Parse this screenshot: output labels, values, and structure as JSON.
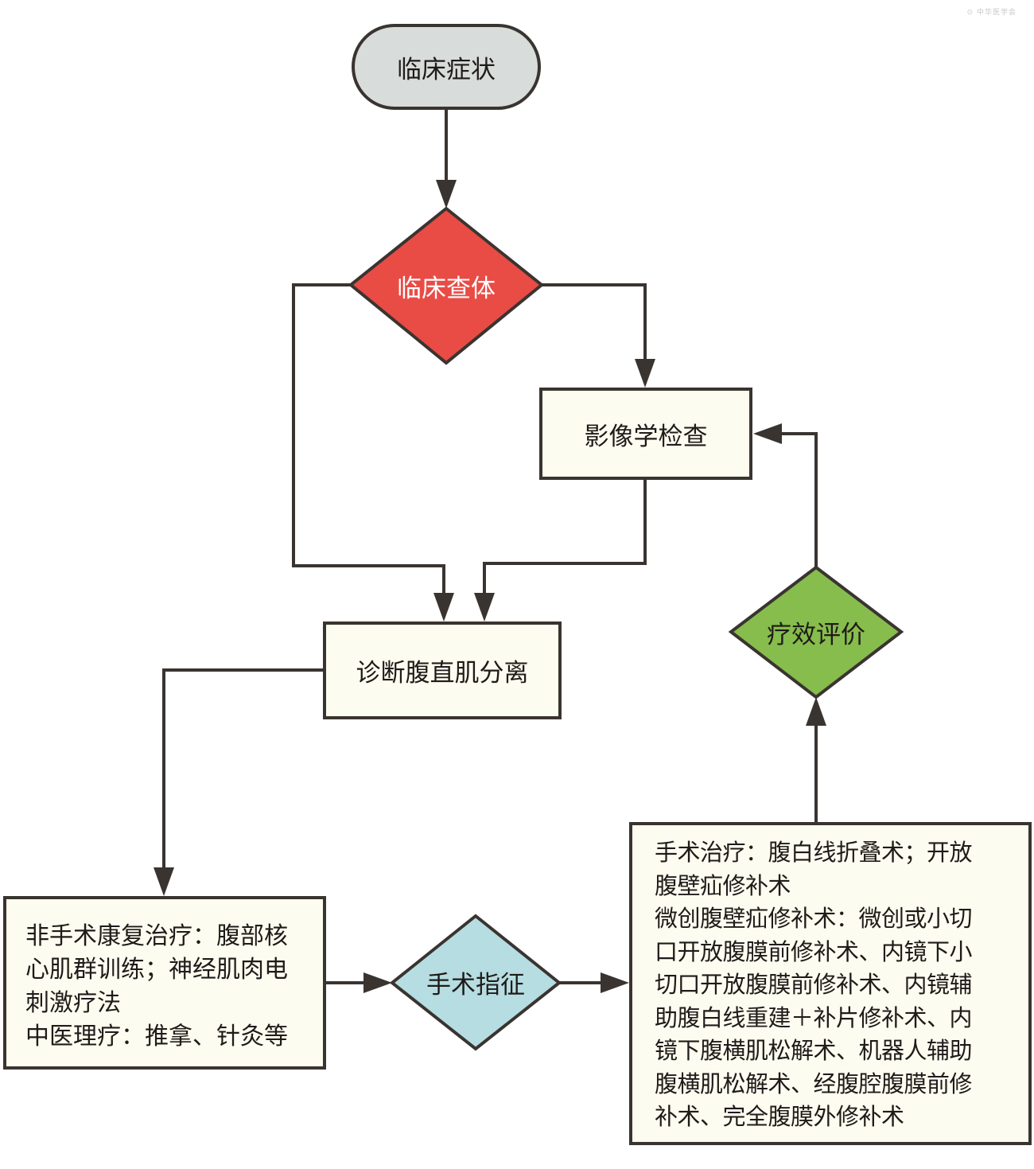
{
  "diagram": {
    "type": "flowchart",
    "colors": {
      "stroke": "#3a3431",
      "start_fill": "#d8dcdb",
      "exam_fill": "#e84c45",
      "process_fill": "#fcfcf0",
      "indication_fill": "#b6dde1",
      "evaluation_fill": "#86bd4c"
    },
    "nodes": {
      "symptoms": {
        "label": "临床症状",
        "shape": "terminal"
      },
      "physical_exam": {
        "label": "临床查体",
        "shape": "decision"
      },
      "imaging": {
        "label": "影像学检查",
        "shape": "process"
      },
      "diagnosis": {
        "label": "诊断腹直肌分离",
        "shape": "process"
      },
      "non_surgical": {
        "shape": "process",
        "lines": [
          "非手术康复治疗：腹部核",
          "心肌群训练；神经肌肉电",
          "刺激疗法",
          "中医理疗：推拿、针灸等"
        ]
      },
      "surgical_indication": {
        "label": "手术指征",
        "shape": "decision"
      },
      "surgical": {
        "shape": "process",
        "lines": [
          "手术治疗：腹白线折叠术；开放",
          "腹壁疝修补术",
          "微创腹壁疝修补术：微创或小切",
          "口开放腹膜前修补术、内镜下小",
          "切口开放腹膜前修补术、内镜辅",
          "助腹白线重建＋补片修补术、内",
          "镜下腹横肌松解术、机器人辅助",
          "腹横肌松解术、经腹腔腹膜前修",
          "补术、完全腹膜外修补术"
        ]
      },
      "efficacy_evaluation": {
        "label": "疗效评价",
        "shape": "decision"
      }
    },
    "edges": [
      {
        "from": "symptoms",
        "to": "physical_exam"
      },
      {
        "from": "physical_exam",
        "to": "diagnosis"
      },
      {
        "from": "physical_exam",
        "to": "imaging"
      },
      {
        "from": "imaging",
        "to": "diagnosis"
      },
      {
        "from": "diagnosis",
        "to": "non_surgical"
      },
      {
        "from": "non_surgical",
        "to": "surgical_indication"
      },
      {
        "from": "surgical_indication",
        "to": "surgical"
      },
      {
        "from": "surgical",
        "to": "efficacy_evaluation"
      },
      {
        "from": "efficacy_evaluation",
        "to": "imaging"
      }
    ]
  },
  "watermark": "⊙ 中华医学会"
}
